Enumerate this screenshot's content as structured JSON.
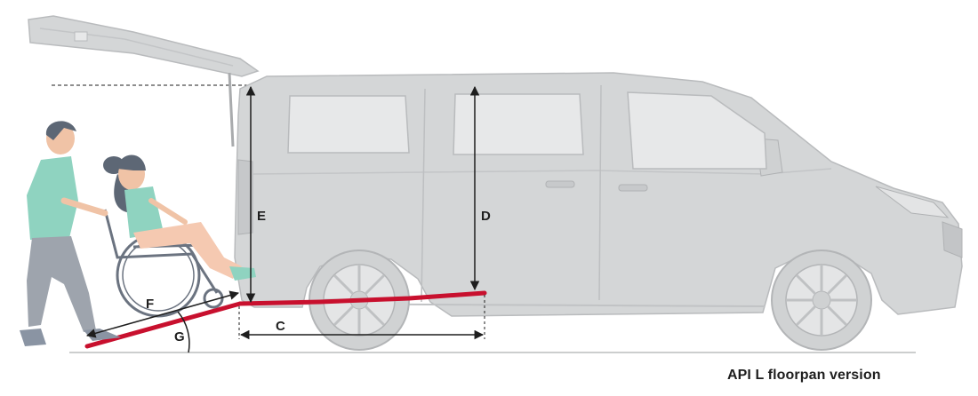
{
  "diagram": {
    "caption": "API L floorpan version",
    "dimensions": [
      {
        "id": "C",
        "label": "C"
      },
      {
        "id": "D",
        "label": "D"
      },
      {
        "id": "E",
        "label": "E"
      },
      {
        "id": "F",
        "label": "F"
      },
      {
        "id": "G",
        "label": "G"
      }
    ],
    "colors": {
      "van_body": "#d4d6d7",
      "van_outline": "#b9bbbd",
      "window": "#e7e8e9",
      "ramp": "#c8102e",
      "dimension_line": "#1e1e1e",
      "person_shirt": "#8fd3c0",
      "person_trousers": "#9ea4ad",
      "skin": "#f0c3a6",
      "hair": "#5d6775"
    }
  }
}
